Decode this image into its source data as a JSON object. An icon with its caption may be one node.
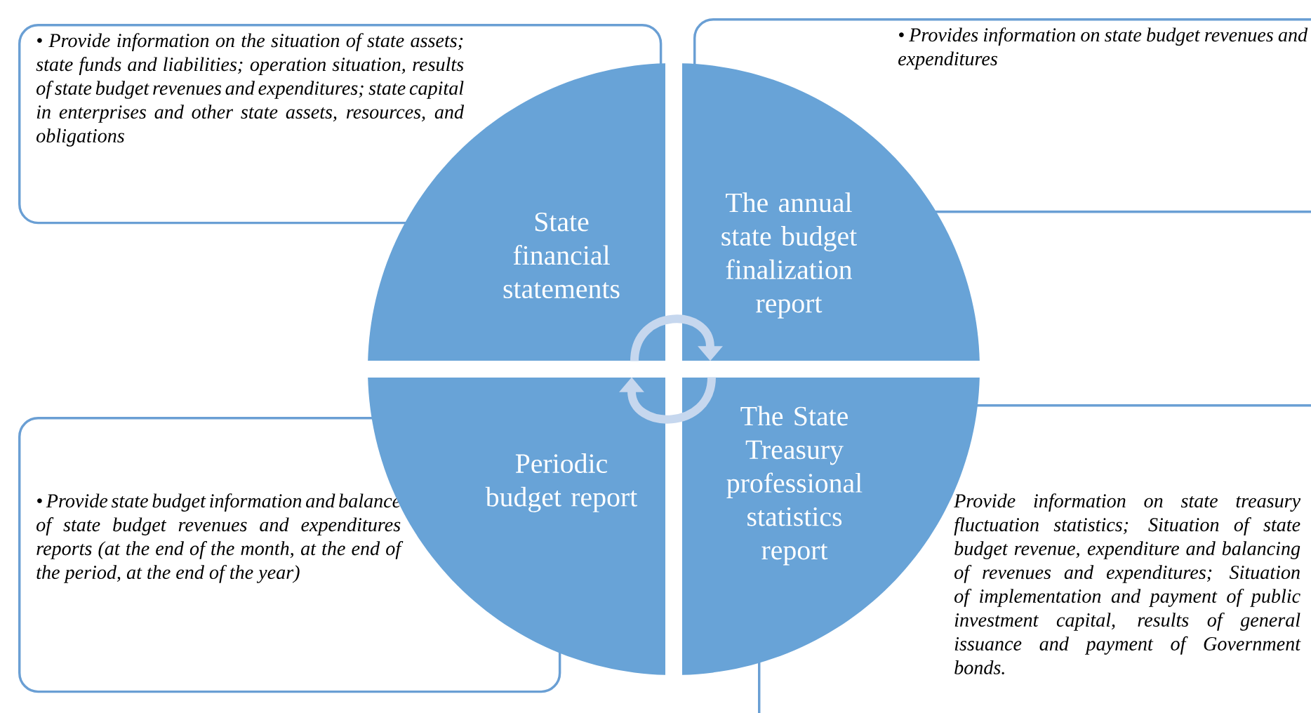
{
  "diagram": {
    "nodes": [
      {
        "text": [
          "• Provide information on the situation of state assets; state funds and liabilities; operation situation, results of state budget revenues and expenditures; state capital in enterprises and other state assets, resources, and obligations"
        ]
      },
      {
        "text": [
          "State financial statements"
        ]
      },
      {
        "text": [
          "• Provides information on state budget revenues and expenditures"
        ]
      },
      {
        "text": [
          "The annual state budget finalization report"
        ]
      },
      {
        "text": [
          "• Provide state budget information and balance of state budget revenues and expenditures reports (at the end of the month, at the end of the period, at the end of the year)"
        ]
      },
      {
        "text": [
          "Periodic budget report"
        ]
      },
      {
        "text": [
          "The State Treasury professional statistics report"
        ]
      },
      {
        "text": [
          "Provide information on state treasury fluctuation statistics; Situation of state budget revenue, expenditure and balancing of revenues and expenditures; Situation of implementation and payment of public investment capital, results of general issuance and payment of Government bonds."
        ]
      }
    ],
    "edges": [
      {
        "from": 1,
        "to": 3,
        "arrow": "to"
      },
      {
        "from": 6,
        "to": 5,
        "arrow": "to"
      }
    ]
  }
}
